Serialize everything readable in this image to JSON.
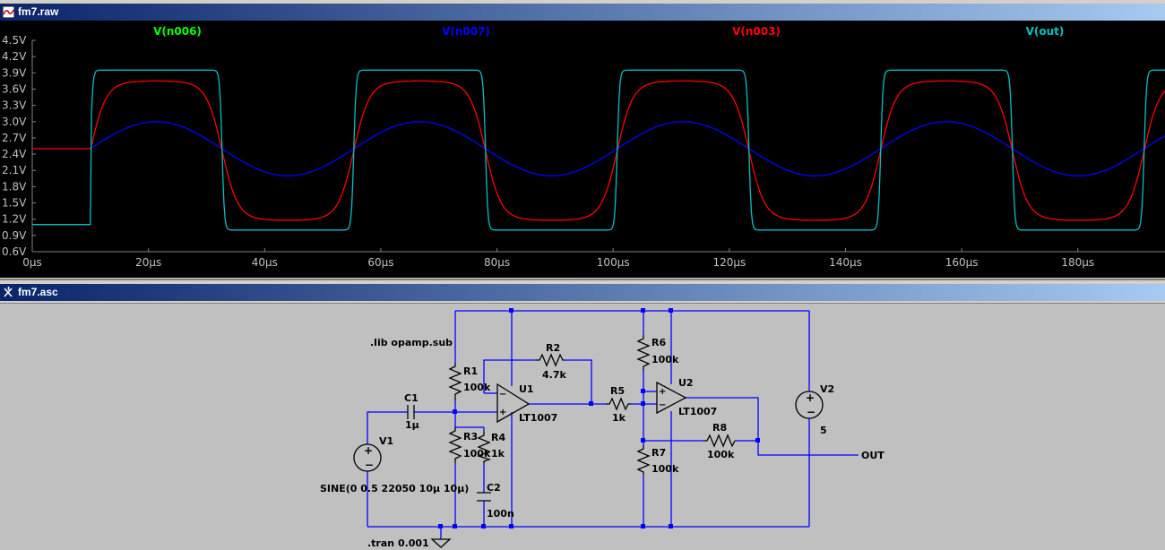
{
  "waveform_window": {
    "title": "fm7.raw",
    "traces": [
      {
        "name": "V(n006)",
        "color": "#00ff00"
      },
      {
        "name": "V(n007)",
        "color": "#0000ff"
      },
      {
        "name": "V(n003)",
        "color": "#ff0000"
      },
      {
        "name": "V(out)",
        "color": "#00c0c0"
      }
    ],
    "y_ticks": [
      "4.5V",
      "4.2V",
      "3.9V",
      "3.6V",
      "3.3V",
      "3.0V",
      "2.7V",
      "2.4V",
      "2.1V",
      "1.8V",
      "1.5V",
      "1.2V",
      "0.9V",
      "0.6V"
    ],
    "x_ticks": [
      "0µs",
      "20µs",
      "40µs",
      "60µs",
      "80µs",
      "100µs",
      "120µs",
      "140µs",
      "160µs",
      "180µs"
    ]
  },
  "chart_data": {
    "type": "line",
    "xlabel": "",
    "ylabel": "",
    "x_unit": "µs",
    "y_unit": "V",
    "xlim": [
      0,
      195
    ],
    "ylim": [
      0.6,
      4.5
    ],
    "grid": false,
    "legend_position": "top",
    "series": [
      {
        "name": "V(n006)",
        "color": "#00ff00",
        "description_free": true,
        "values": []
      },
      {
        "name": "V(n007)",
        "color": "#0000ff",
        "kind": "sine",
        "offset": 2.5,
        "amplitude": 0.5,
        "freq_hz": 22050,
        "delay_us": 10,
        "before_delay": 2.5
      },
      {
        "name": "V(n003)",
        "color": "#ff0000",
        "kind": "rounded_square",
        "high": 3.75,
        "low": 1.18,
        "freq_hz": 22050,
        "delay_us": 10,
        "before_delay": 2.5
      },
      {
        "name": "V(out)",
        "color": "#00c0c0",
        "kind": "square",
        "high": 3.95,
        "low": 1.0,
        "freq_hz": 22050,
        "delay_us": 10,
        "before_delay": 1.1
      }
    ]
  },
  "schematic_window": {
    "title": "fm7.asc",
    "directives": {
      "lib": ".lib opamp.sub",
      "tran": ".tran 0.001"
    },
    "components": {
      "R1": {
        "name": "R1",
        "value": "100k"
      },
      "R2": {
        "name": "R2",
        "value": "4.7k"
      },
      "R3": {
        "name": "R3",
        "value": "100k"
      },
      "R4": {
        "name": "R4",
        "value": "1k"
      },
      "R5": {
        "name": "R5",
        "value": "1k"
      },
      "R6": {
        "name": "R6",
        "value": "100k"
      },
      "R7": {
        "name": "R7",
        "value": "100k"
      },
      "R8": {
        "name": "R8",
        "value": "100k"
      },
      "C1": {
        "name": "C1",
        "value": "1µ"
      },
      "C2": {
        "name": "C2",
        "value": "100n"
      },
      "U1": {
        "name": "U1",
        "value": "LT1007"
      },
      "U2": {
        "name": "U2",
        "value": "LT1007"
      },
      "V1": {
        "name": "V1",
        "value": "SINE(0 0.5 22050 10µ 10µ)"
      },
      "V2": {
        "name": "V2",
        "value": "5"
      }
    },
    "net_label_out": "OUT"
  }
}
